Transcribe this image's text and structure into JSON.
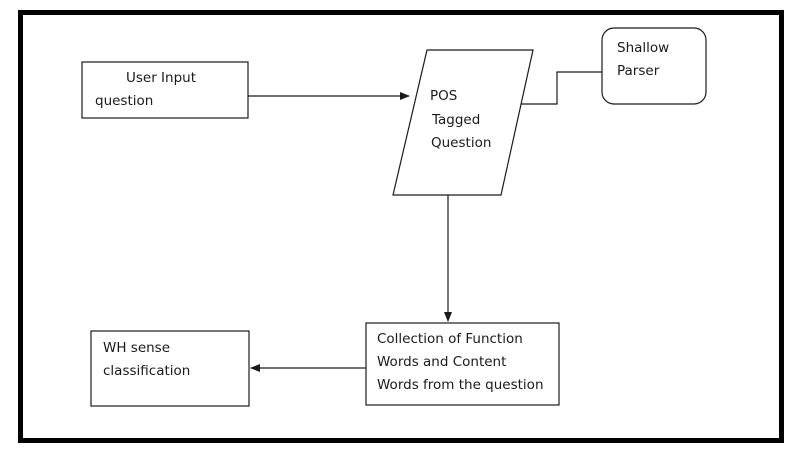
{
  "diagram": {
    "nodes": {
      "user_input": {
        "lines": [
          "User Input",
          "question"
        ]
      },
      "pos_tagged": {
        "lines": [
          "POS",
          "Tagged",
          "Question"
        ]
      },
      "shallow_parser": {
        "lines": [
          "Shallow",
          "Parser"
        ]
      },
      "collection": {
        "lines": [
          "Collection of Function",
          "Words and Content",
          "Words from the question"
        ]
      },
      "wh_sense": {
        "lines": [
          "WH sense",
          "classification"
        ]
      }
    },
    "edges": [
      {
        "from": "user_input",
        "to": "pos_tagged"
      },
      {
        "from": "shallow_parser",
        "to": "pos_tagged"
      },
      {
        "from": "pos_tagged",
        "to": "collection"
      },
      {
        "from": "collection",
        "to": "wh_sense"
      }
    ],
    "colors": {
      "stroke": "#1a1a1a",
      "frame": "#000000",
      "background": "#ffffff"
    }
  }
}
